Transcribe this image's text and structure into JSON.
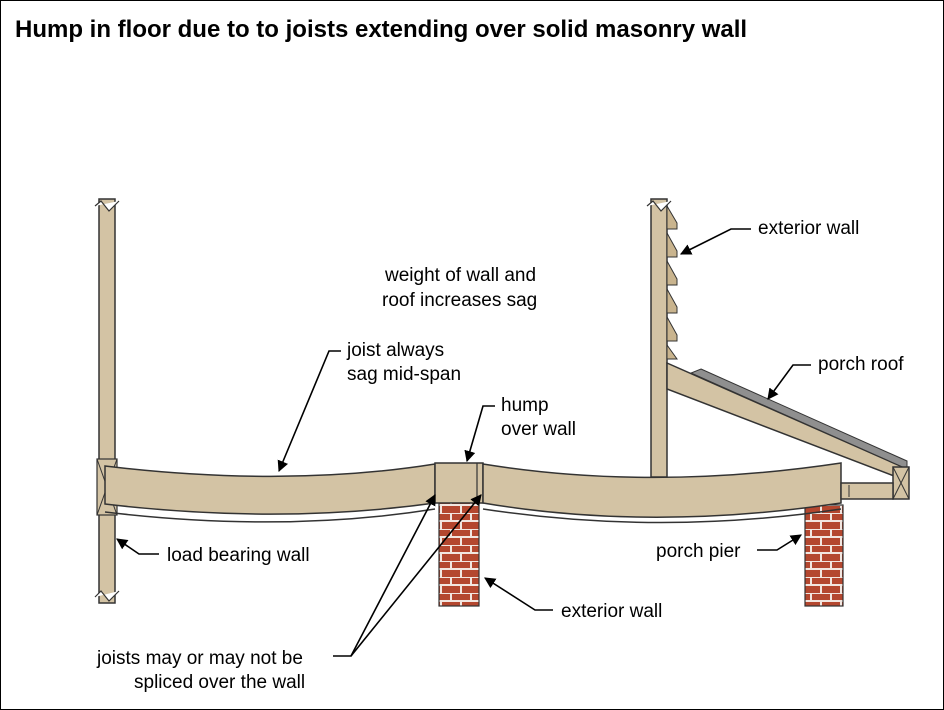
{
  "title": "Hump in floor due to to joists extending over solid masonry wall",
  "labels": {
    "exterior_wall_top": "exterior wall",
    "weight_line1": "weight of wall and",
    "weight_line2": "roof increases sag",
    "porch_roof": "porch roof",
    "joist_sag_line1": "joist always",
    "joist_sag_line2": "sag mid-span",
    "hump_line1": "hump",
    "hump_line2": "over wall",
    "load_bearing_wall": "load bearing wall",
    "porch_pier": "porch pier",
    "exterior_wall_bottom": "exterior wall",
    "splice_line1": "joists may or may not be",
    "splice_line2": "spliced over the wall"
  },
  "colors": {
    "wood": "#d3c3a4",
    "brick": "#b4472f",
    "mortar": "#f2e6e0",
    "outline": "#333333"
  }
}
